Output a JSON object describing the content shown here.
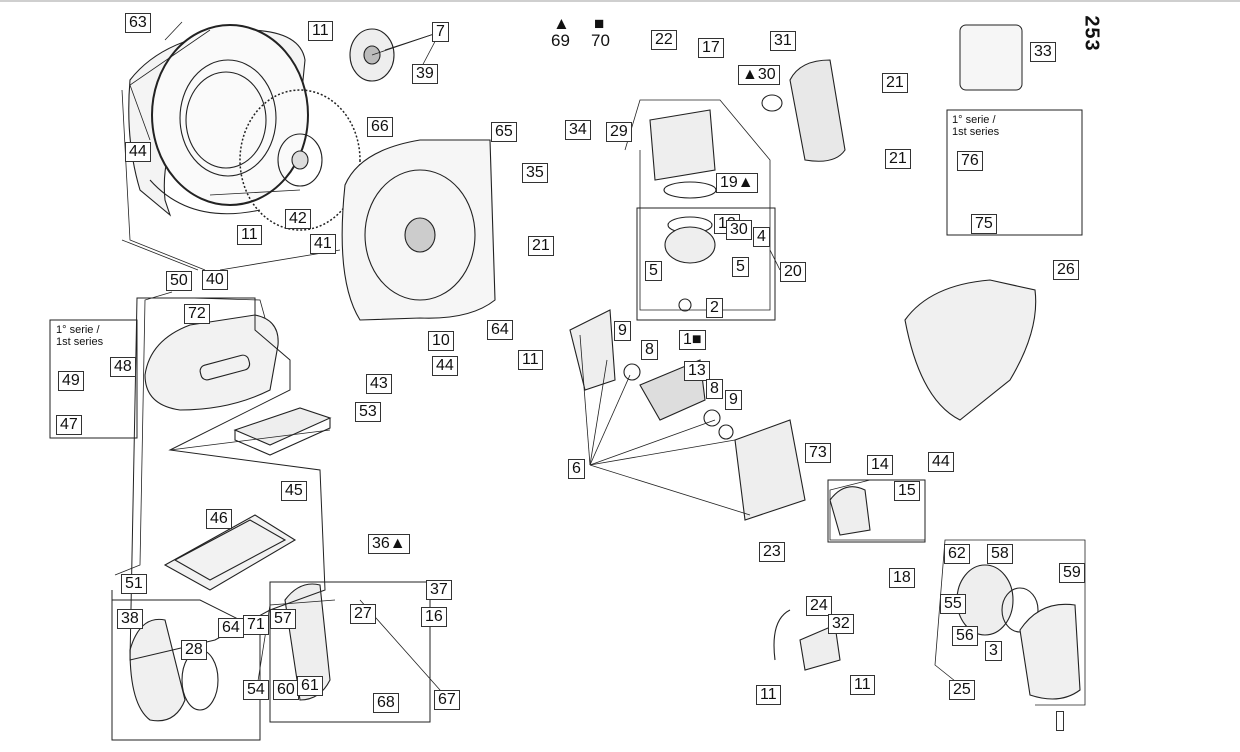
{
  "page_number": "253",
  "legend": [
    {
      "symbol": "▲",
      "code": "69"
    },
    {
      "symbol": "■",
      "code": "70"
    }
  ],
  "inset_notes": {
    "air_filter": "1° serie /\n1st series",
    "muffler": "1° serie /\n1st series"
  },
  "callouts": [
    "63",
    "11",
    "7",
    "39",
    "44",
    "66",
    "65",
    "42",
    "11",
    "41",
    "40",
    "50",
    "72",
    "48",
    "49",
    "47",
    "45",
    "46",
    "53",
    "10",
    "64",
    "43",
    "44",
    "51",
    "38",
    "28",
    "64",
    "71",
    "54",
    "57",
    "60",
    "61",
    "68",
    "67",
    "36▲",
    "37",
    "27",
    "16",
    "22",
    "17",
    "▲30",
    "31",
    "21",
    "21",
    "33",
    "34",
    "29",
    "35",
    "21",
    "19▲",
    "12",
    "30",
    "4",
    "5",
    "5",
    "2",
    "20",
    "76",
    "75",
    "26",
    "1■",
    "11",
    "9",
    "8",
    "13",
    "8",
    "9",
    "6",
    "73",
    "14",
    "15",
    "23",
    "18",
    "44",
    "62",
    "58",
    "59",
    "55",
    "56",
    "3",
    "25",
    "24",
    "32",
    "11",
    "11"
  ]
}
